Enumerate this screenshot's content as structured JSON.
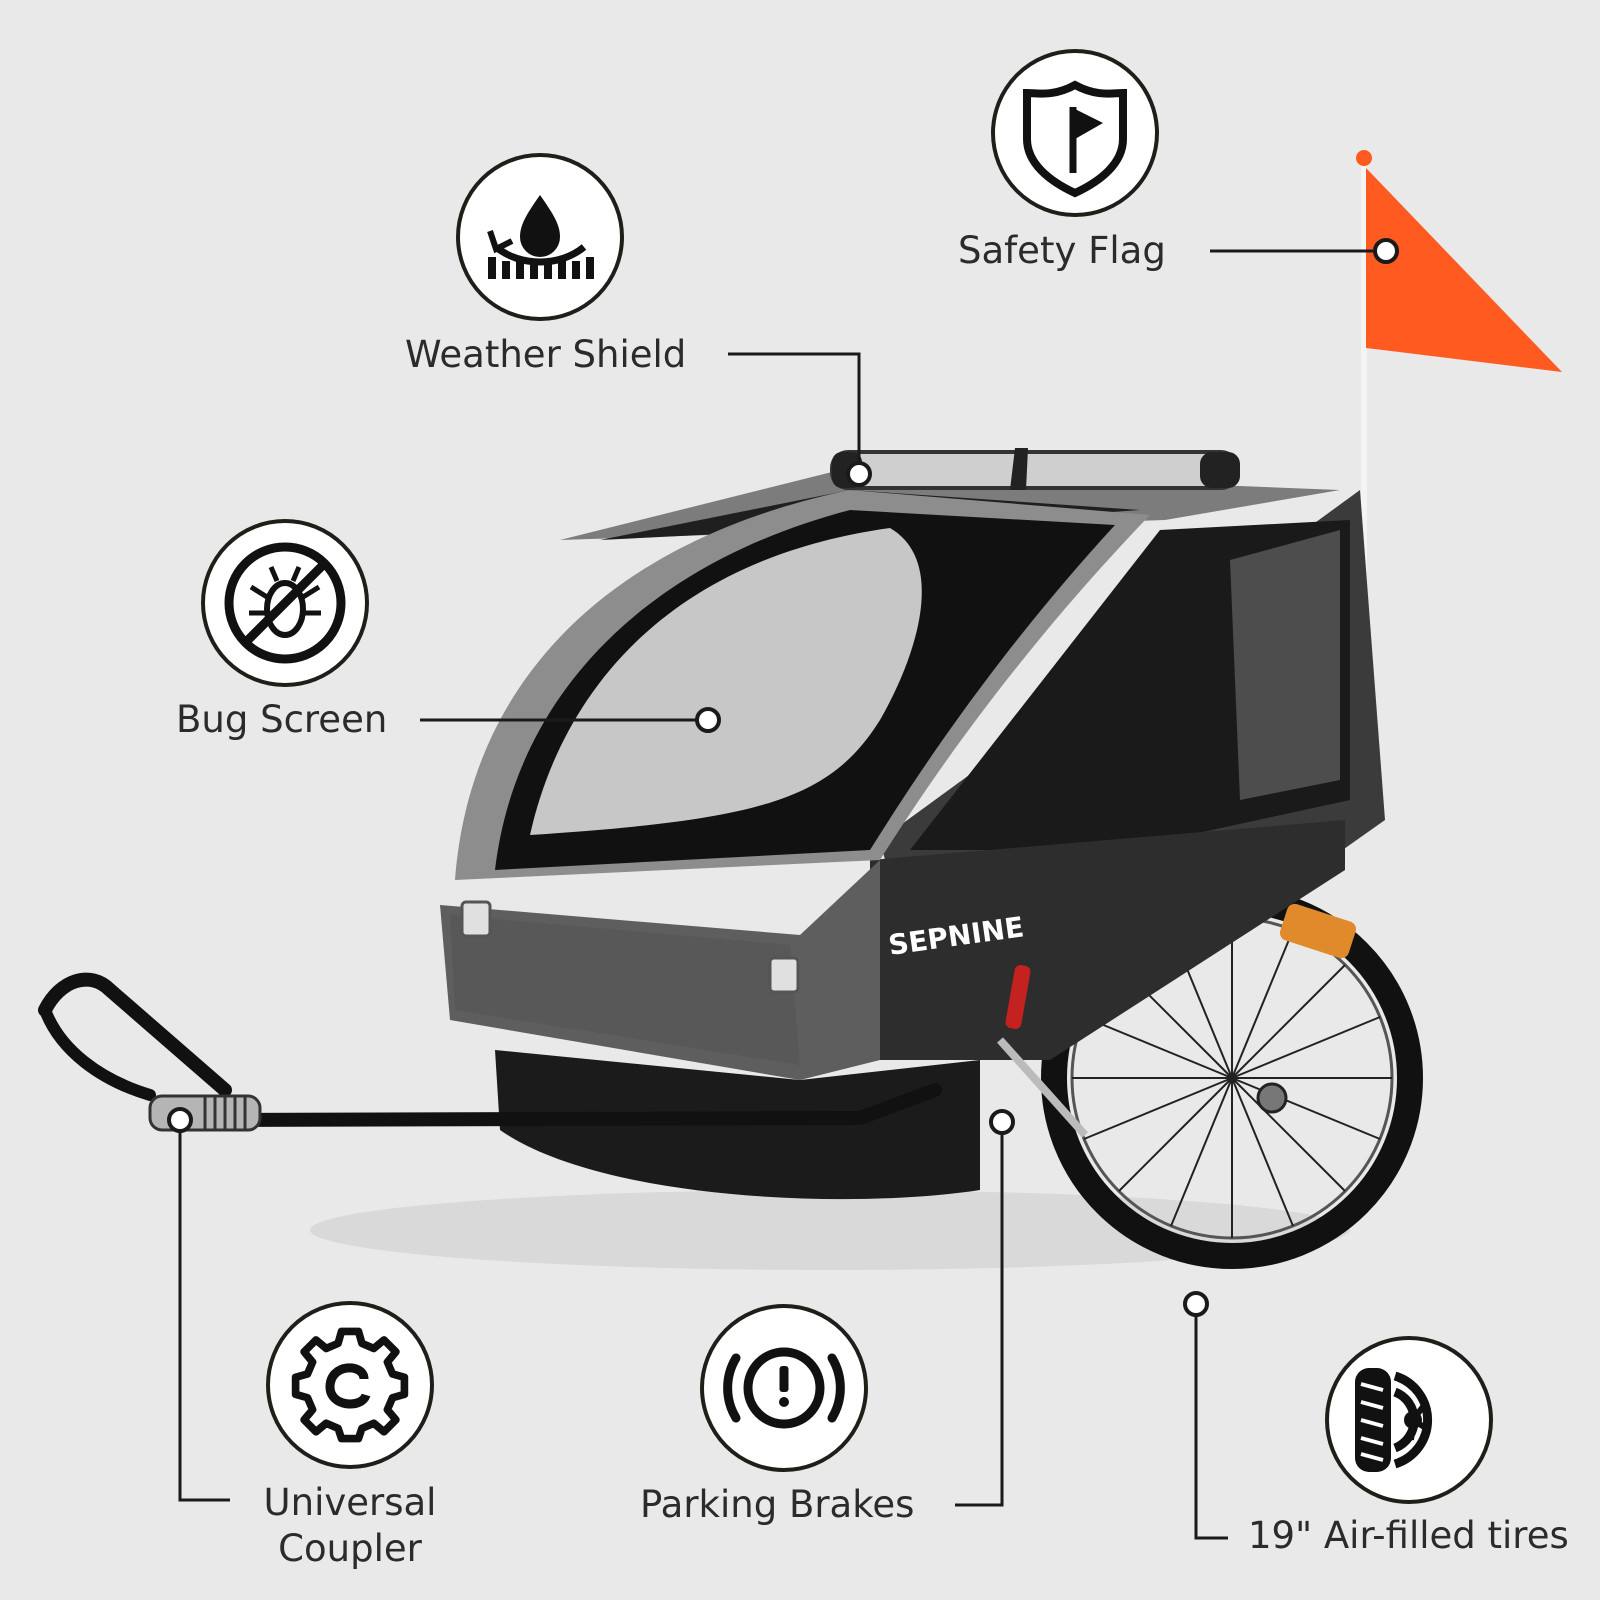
{
  "brand": {
    "logo_text": "SEPNINE"
  },
  "colors": {
    "background": "#e9e9ea",
    "icon_ring": "#1f1f1a",
    "icon_fill": "#ffffff",
    "text": "#2b2b2b",
    "flag": "#ff5a1f",
    "trailer_body": "#2a2a2a",
    "trailer_frame": "#8a8a8a",
    "mesh": "#bdbdbd"
  },
  "features": [
    {
      "id": "weather-shield",
      "label": "Weather Shield",
      "icon": "water-drop-shield-icon"
    },
    {
      "id": "safety-flag",
      "label": "Safety Flag",
      "icon": "shield-flag-icon"
    },
    {
      "id": "bug-screen",
      "label": "Bug Screen",
      "icon": "no-bug-icon"
    },
    {
      "id": "universal-coupler",
      "label": "Universal\nCoupler",
      "icon": "gear-coupler-icon"
    },
    {
      "id": "parking-brakes",
      "label": "Parking Brakes",
      "icon": "brake-warning-icon"
    },
    {
      "id": "tires",
      "label": "19\" Air-filled tires",
      "icon": "tire-icon"
    }
  ]
}
